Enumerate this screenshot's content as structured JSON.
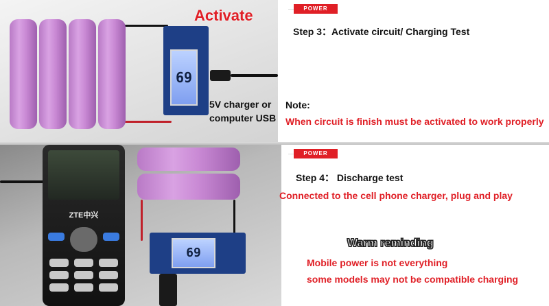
{
  "sections": [
    {
      "badge": "POWER",
      "step": "Step 3：Activate circuit/ Charging Test",
      "photo_label": "Activate",
      "lcd_reading": "69",
      "usb_note": [
        "5V charger or",
        "computer USB"
      ],
      "note_title": "Note:",
      "note_text": "When circuit is finish must be activated to work properly"
    },
    {
      "badge": "POWER",
      "step": "Step 4： Discharge test",
      "description": "Connected to the cell phone charger, plug and play",
      "lcd_reading": "69",
      "phone_brand": "ZTE中兴",
      "warm_title": "Warm reminding",
      "warm_lines": [
        "Mobile power is not everything",
        "some models may not be compatible charging"
      ]
    }
  ],
  "colors": {
    "accent_red": "#e01f26",
    "text": "#111111"
  }
}
